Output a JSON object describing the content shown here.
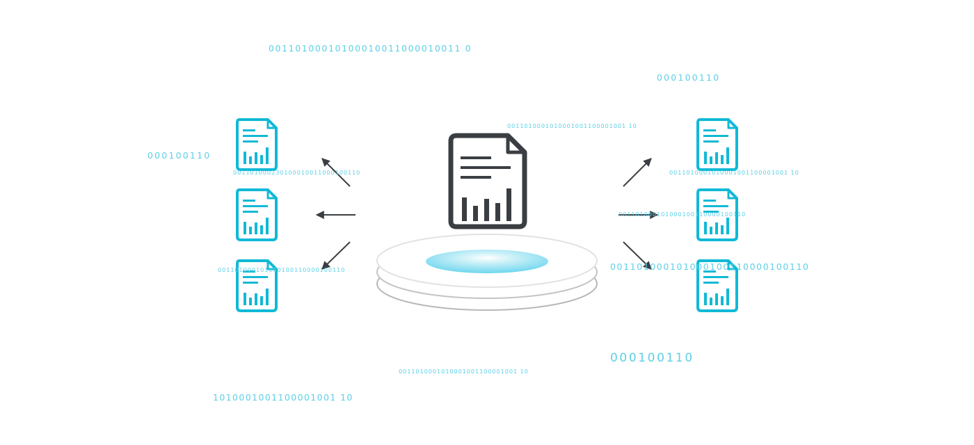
{
  "colors": {
    "accent": "#10b9d6",
    "binary_text": "#5ccfe6",
    "main_doc": "#3a3e42",
    "arrow": "#3a3e42",
    "platform_ring": "#b8b8b8"
  },
  "binary_strings": [
    "00110100010100010011000010011 0",
    "000100110",
    "000100110",
    "0011010001010001001100001001 10",
    "001101000230100010011000100110",
    "0011010001010001001100001001 10",
    "001101000101000100110000100110",
    "001101000101000100110000100110",
    "001101000101000100110000100110",
    "000100110",
    "0011010001010001001100001001 10",
    "1010001001100001001 10"
  ],
  "icons": {
    "main": "report-document-icon",
    "small": "bar-chart-document-icon",
    "arrow": "arrow-icon",
    "platform": "platform-disc-icon"
  }
}
